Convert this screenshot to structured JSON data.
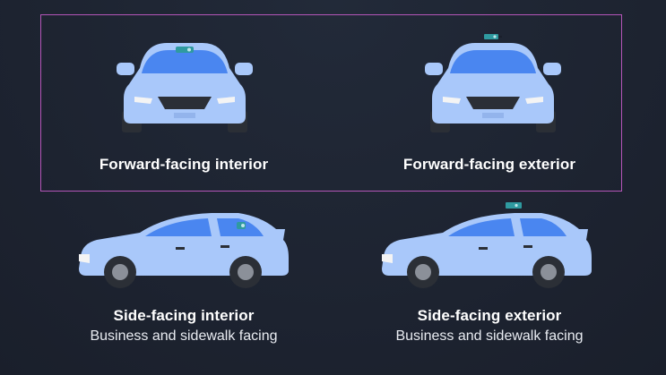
{
  "colors": {
    "background": "#1c2230",
    "highlight_border": "#b455b8",
    "car_body": "#a9c8fa",
    "car_glass": "#4a86f0",
    "car_dark": "#2b2f36",
    "camera": "#2f9aa0"
  },
  "cards": [
    {
      "title": "Forward-facing interior",
      "subtitle": ""
    },
    {
      "title": "Forward-facing exterior",
      "subtitle": ""
    },
    {
      "title": "Side-facing interior",
      "subtitle": "Business and sidewalk facing"
    },
    {
      "title": "Side-facing exterior",
      "subtitle": "Business and sidewalk facing"
    }
  ]
}
